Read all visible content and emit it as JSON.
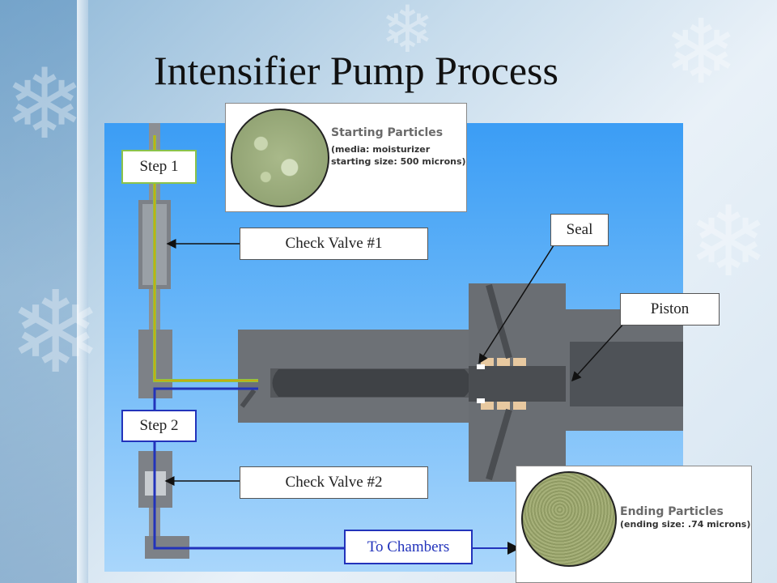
{
  "slide": {
    "title": "Intensifier Pump Process"
  },
  "labels": {
    "step1": "Step 1",
    "step2": "Step 2",
    "check_valve_1": "Check Valve #1",
    "check_valve_2": "Check Valve #2",
    "seal": "Seal",
    "piston": "Piston",
    "to_chambers": "To Chambers"
  },
  "starting_photo": {
    "title": "Starting Particles",
    "line1": "(media: moisturizer",
    "line2": "starting size: 500 microns)"
  },
  "ending_photo": {
    "title": "Ending Particles",
    "line1": "(ending size: .74 microns)"
  },
  "colors": {
    "step1_path": "#8bc34a",
    "step2_path": "#2233bb",
    "diagram_bg": "#3b9df5"
  }
}
